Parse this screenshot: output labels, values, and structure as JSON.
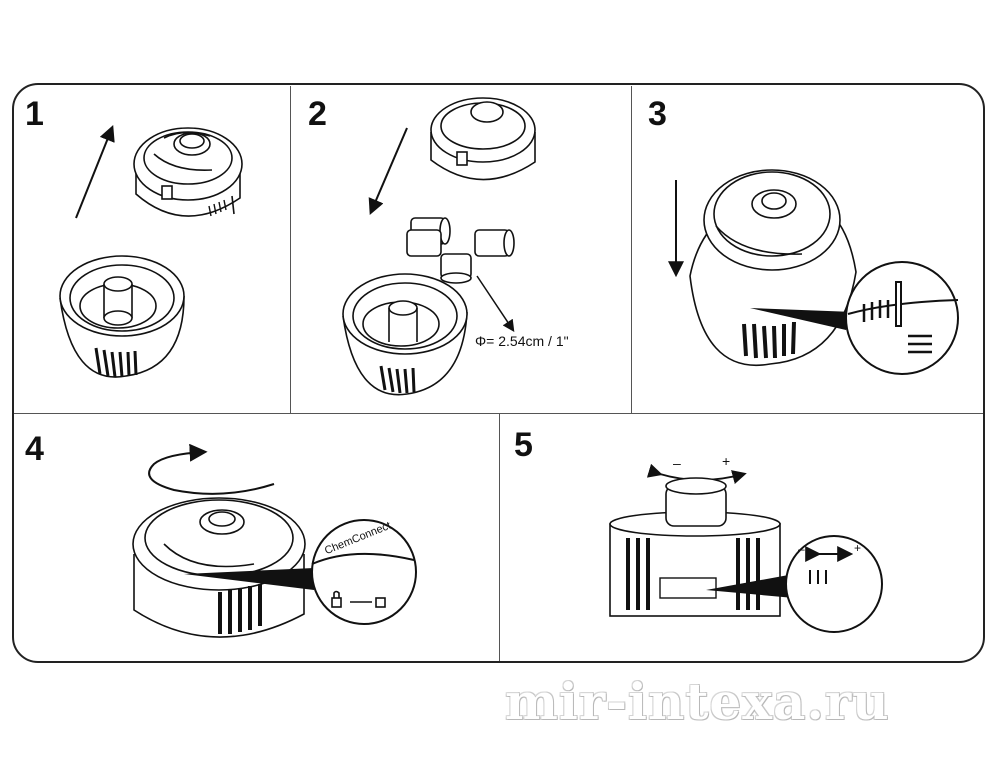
{
  "steps": [
    {
      "number": "1"
    },
    {
      "number": "2",
      "dimension_label": "Φ= 2.54cm / 1\""
    },
    {
      "number": "3"
    },
    {
      "number": "4",
      "lid_text": "ChemConnect"
    },
    {
      "number": "5",
      "minus_sign": "–",
      "plus_sign": "+"
    }
  ],
  "watermark": "mir-intexa.ru",
  "colors": {
    "line": "#111111",
    "frame": "#222222",
    "shade": "#333333"
  }
}
